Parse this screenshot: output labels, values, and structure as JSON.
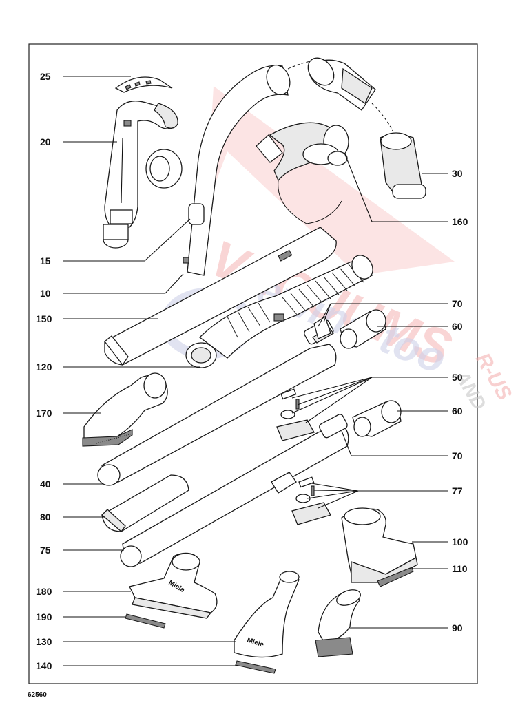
{
  "diagram": {
    "labels": {
      "l25": "25",
      "l20": "20",
      "l15": "15",
      "l10": "10",
      "l150": "150",
      "l120": "120",
      "l170": "170",
      "l40": "40",
      "l80": "80",
      "l75": "75",
      "l180": "180",
      "l190": "190",
      "l130": "130",
      "l140": "140",
      "l30": "30",
      "l160": "160",
      "l70a": "70",
      "l60a": "60",
      "l50": "50",
      "l60b": "60",
      "l70b": "70",
      "l77": "77",
      "l100": "100",
      "l110": "110",
      "l90": "90"
    },
    "footer_code": "62560",
    "part_markings": {
      "brand_on_tool": "Miele"
    }
  },
  "watermark": {
    "line1": "VACUUMS",
    "line2": "R-US",
    "line3": "AND",
    "line4": "Sewing too",
    "colors": {
      "red": "#f4b7b7",
      "blue": "#c8cce6",
      "grey": "#c9c9c9"
    }
  }
}
